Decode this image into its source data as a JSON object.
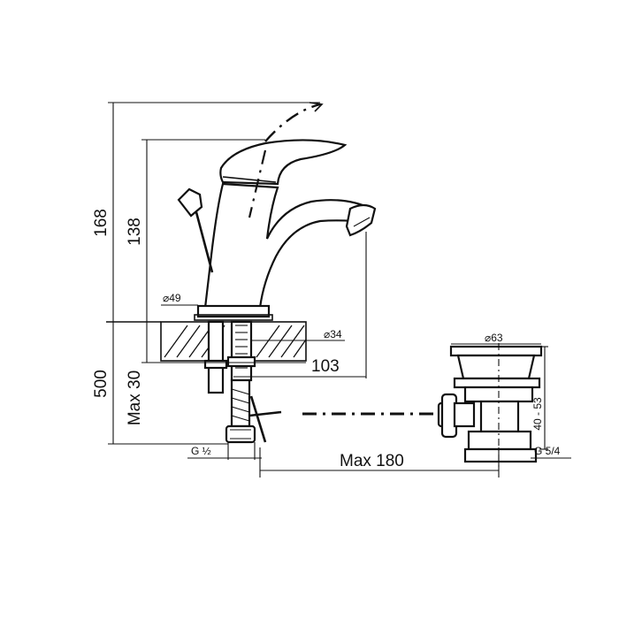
{
  "diagram": {
    "dimensions": {
      "height_total": "168",
      "height_spout": "138",
      "dia_base": "⌀49",
      "dia_shank": "⌀34",
      "spout_reach": "103",
      "hose_length": "500",
      "max_thickness": "Max 30",
      "thread_supply": "G ½",
      "max_drain_distance": "Max 180",
      "dia_drain": "⌀63",
      "drain_range": "40 - 53",
      "thread_drain": "G 5/4"
    }
  }
}
